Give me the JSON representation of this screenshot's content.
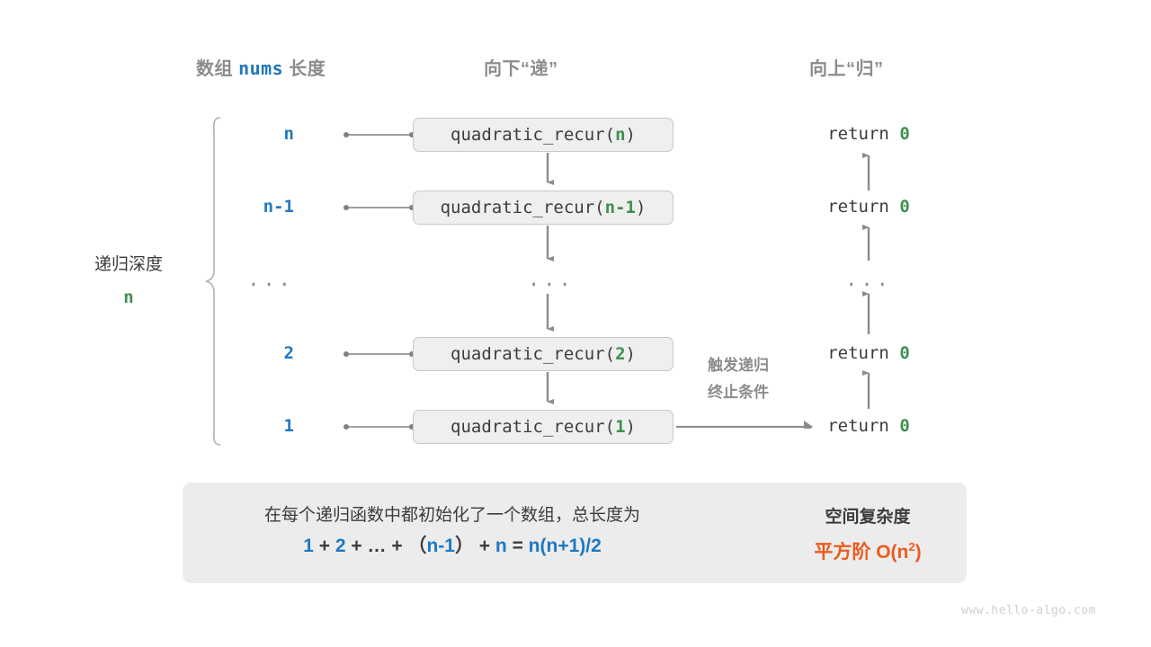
{
  "headers": {
    "left_prefix": "数组",
    "left_code": "nums",
    "left_suffix": "长度",
    "middle": "向下“递”",
    "right": "向上“归”"
  },
  "depth": {
    "label": "递归深度",
    "value": "n"
  },
  "rows": [
    {
      "size": "n",
      "call_name": "quadratic_recur(",
      "call_arg": "n",
      "call_close": ")",
      "return_text": "return ",
      "return_value": "0"
    },
    {
      "size": "n-1",
      "call_name": "quadratic_recur(",
      "call_arg": "n-1",
      "call_close": ")",
      "return_text": "return ",
      "return_value": "0"
    },
    {
      "size": "...",
      "call_name": "...",
      "call_arg": "",
      "call_close": "",
      "return_text": "...",
      "return_value": ""
    },
    {
      "size": "2",
      "call_name": "quadratic_recur(",
      "call_arg": "2",
      "call_close": ")",
      "return_text": "return ",
      "return_value": "0"
    },
    {
      "size": "1",
      "call_name": "quadratic_recur(",
      "call_arg": "1",
      "call_close": ")",
      "return_text": "return ",
      "return_value": "0"
    }
  ],
  "trigger_note": {
    "line1": "触发递归",
    "line2": "终止条件"
  },
  "panel": {
    "description": "在每个递归函数中都初始化了一个数组，总长度为",
    "formula": {
      "t1": "1",
      "op1": "+",
      "t2": "2",
      "op2": "+",
      "t3": "…",
      "op3": "+",
      "paren_open": "（",
      "t4": "n-1",
      "paren_close": "）",
      "op4": "+",
      "t5": "n",
      "eq": "=",
      "result": "n(n+1)/2"
    },
    "complexity_label": "空间复杂度",
    "complexity_value_cn": "平方阶",
    "complexity_value_big_o": "O(n",
    "complexity_exponent": "2",
    "complexity_close": ")"
  },
  "watermark": "www.hello-algo.com",
  "colors": {
    "accent_blue": "#1f78c1",
    "accent_green": "#3f8f4f",
    "accent_orange": "#eb5b1e",
    "gray_text": "#8c8c8c",
    "dark_text": "#3c3c3c",
    "box_fill": "#efefef",
    "box_border": "#c8c8c8",
    "panel_fill": "#ececec",
    "connector": "#808080"
  }
}
